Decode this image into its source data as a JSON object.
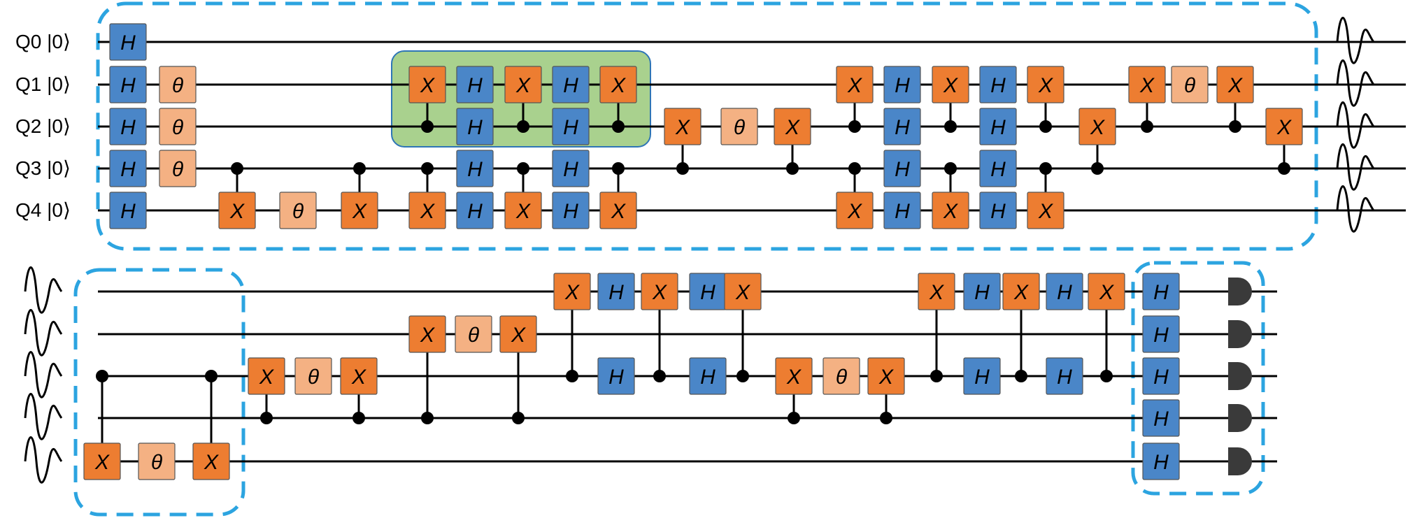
{
  "colors": {
    "h_gate": "#4a86c8",
    "x_gate": "#ed7d31",
    "theta_gate": "#f4b183",
    "highlight_fill": "#a9d18e",
    "highlight_border": "#2e75b6",
    "dashed_border": "#2ca4e0",
    "wire": "#000000",
    "meter": "#3a3a3a"
  },
  "gate_labels": {
    "H": "H",
    "X": "X",
    "theta": "θ"
  },
  "qubit_labels": [
    "Q0 |0⟩",
    "Q1 |0⟩",
    "Q2 |0⟩",
    "Q3 |0⟩",
    "Q4 |0⟩"
  ],
  "continuation_icon": "wavy-continuation-icon",
  "measurement_icon": "measurement-meter-icon",
  "top_row": {
    "single_gates": [
      {
        "type": "H",
        "q": 0,
        "col": 1
      },
      {
        "type": "H",
        "q": 1,
        "col": 1
      },
      {
        "type": "H",
        "q": 2,
        "col": 1
      },
      {
        "type": "H",
        "q": 3,
        "col": 1
      },
      {
        "type": "H",
        "q": 4,
        "col": 1
      },
      {
        "type": "theta",
        "q": 1,
        "col": 2
      },
      {
        "type": "theta",
        "q": 2,
        "col": 2
      },
      {
        "type": "theta",
        "q": 3,
        "col": 2
      },
      {
        "type": "theta",
        "q": 4,
        "col": 5
      },
      {
        "type": "H",
        "q": 1,
        "col": 9
      },
      {
        "type": "H",
        "q": 2,
        "col": 9
      },
      {
        "type": "H",
        "q": 3,
        "col": 9
      },
      {
        "type": "H",
        "q": 4,
        "col": 9
      },
      {
        "type": "H",
        "q": 1,
        "col": 11
      },
      {
        "type": "H",
        "q": 2,
        "col": 11
      },
      {
        "type": "H",
        "q": 3,
        "col": 11
      },
      {
        "type": "H",
        "q": 4,
        "col": 11
      },
      {
        "type": "theta",
        "q": 2,
        "col": 14
      },
      {
        "type": "H",
        "q": 1,
        "col": 18
      },
      {
        "type": "H",
        "q": 2,
        "col": 18
      },
      {
        "type": "H",
        "q": 3,
        "col": 18
      },
      {
        "type": "H",
        "q": 4,
        "col": 18
      },
      {
        "type": "H",
        "q": 1,
        "col": 20
      },
      {
        "type": "H",
        "q": 2,
        "col": 20
      },
      {
        "type": "H",
        "q": 3,
        "col": 20
      },
      {
        "type": "H",
        "q": 4,
        "col": 20
      },
      {
        "type": "theta",
        "q": 1,
        "col": 24
      }
    ],
    "cnots": [
      {
        "control": 3,
        "target": 4,
        "col": 4
      },
      {
        "control": 3,
        "target": 4,
        "col": 6
      },
      {
        "control": 2,
        "target": 1,
        "col": 8
      },
      {
        "control": 3,
        "target": 4,
        "col": 8
      },
      {
        "control": 2,
        "target": 1,
        "col": 10
      },
      {
        "control": 3,
        "target": 4,
        "col": 10
      },
      {
        "control": 2,
        "target": 1,
        "col": 12
      },
      {
        "control": 3,
        "target": 4,
        "col": 12
      },
      {
        "control": 3,
        "target": 2,
        "col": 13
      },
      {
        "control": 3,
        "target": 2,
        "col": 15
      },
      {
        "control": 2,
        "target": 1,
        "col": 17
      },
      {
        "control": 3,
        "target": 4,
        "col": 17
      },
      {
        "control": 2,
        "target": 1,
        "col": 19
      },
      {
        "control": 3,
        "target": 4,
        "col": 19
      },
      {
        "control": 2,
        "target": 1,
        "col": 21
      },
      {
        "control": 3,
        "target": 4,
        "col": 21
      },
      {
        "control": 3,
        "target": 2,
        "col": 22
      },
      {
        "control": 2,
        "target": 1,
        "col": 23
      },
      {
        "control": 2,
        "target": 1,
        "col": 25
      },
      {
        "control": 3,
        "target": 2,
        "col": 26
      }
    ]
  },
  "bottom_row": {
    "single_gates": [
      {
        "type": "theta",
        "q": 4,
        "col": 2
      },
      {
        "type": "theta",
        "q": 2,
        "col": 5
      },
      {
        "type": "theta",
        "q": 1,
        "col": 8
      },
      {
        "type": "H",
        "q": 0,
        "col": 11
      },
      {
        "type": "H",
        "q": 2,
        "col": 11
      },
      {
        "type": "H",
        "q": 0,
        "col": 13
      },
      {
        "type": "H",
        "q": 2,
        "col": 13
      },
      {
        "type": "theta",
        "q": 2,
        "col": 16
      },
      {
        "type": "H",
        "q": 0,
        "col": 19
      },
      {
        "type": "H",
        "q": 2,
        "col": 19
      },
      {
        "type": "H",
        "q": 0,
        "col": 21
      },
      {
        "type": "H",
        "q": 2,
        "col": 21
      },
      {
        "type": "H",
        "q": 0,
        "col": 23
      },
      {
        "type": "H",
        "q": 1,
        "col": 23
      },
      {
        "type": "H",
        "q": 2,
        "col": 23
      },
      {
        "type": "H",
        "q": 3,
        "col": 23
      },
      {
        "type": "H",
        "q": 4,
        "col": 23
      }
    ],
    "cnots": [
      {
        "control": 2,
        "target": 4,
        "col": 1
      },
      {
        "control": 2,
        "target": 4,
        "col": 3
      },
      {
        "control": 3,
        "target": 2,
        "col": 4
      },
      {
        "control": 3,
        "target": 2,
        "col": 6
      },
      {
        "control": 3,
        "target": 1,
        "col": 7
      },
      {
        "control": 3,
        "target": 1,
        "col": 9
      },
      {
        "control": 2,
        "target": 0,
        "col": 10
      },
      {
        "control": 2,
        "target": 0,
        "col": 12
      },
      {
        "control": 2,
        "target": 0,
        "col": 14
      },
      {
        "control": 3,
        "target": 2,
        "col": 15
      },
      {
        "control": 3,
        "target": 2,
        "col": 17
      },
      {
        "control": 2,
        "target": 0,
        "col": 18
      },
      {
        "control": 2,
        "target": 0,
        "col": 20
      },
      {
        "control": 2,
        "target": 0,
        "col": 22
      }
    ]
  }
}
